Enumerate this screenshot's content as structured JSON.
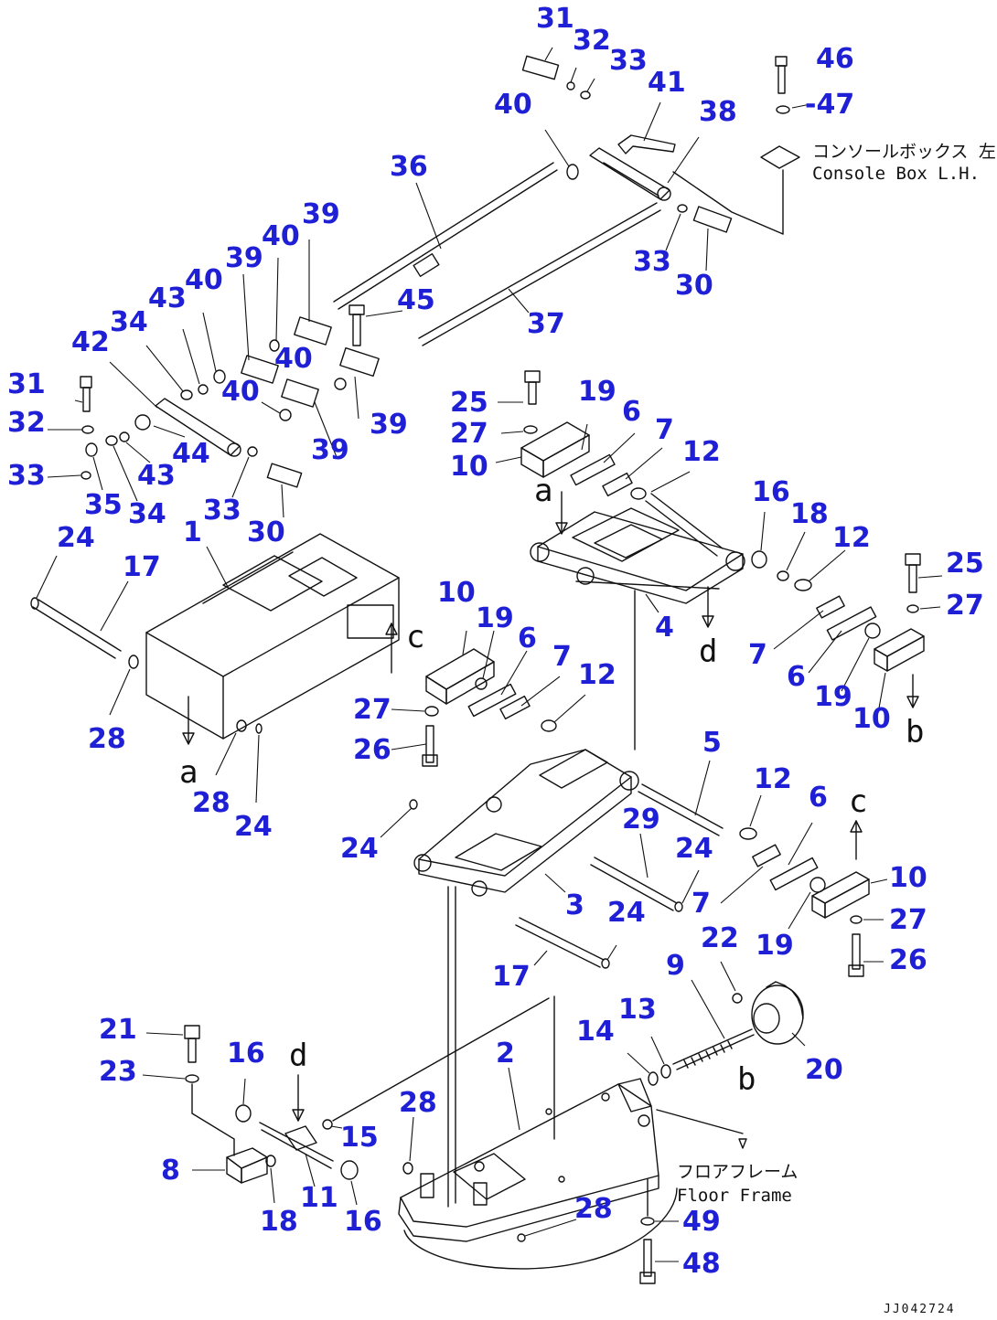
{
  "callouts": [
    {
      "id": "c31a",
      "text": "31"
    },
    {
      "id": "c32a",
      "text": "32"
    },
    {
      "id": "c33a",
      "text": "33"
    },
    {
      "id": "c41",
      "text": "41"
    },
    {
      "id": "c40a",
      "text": "40"
    },
    {
      "id": "c38",
      "text": "38"
    },
    {
      "id": "c46",
      "text": "46"
    },
    {
      "id": "c47",
      "text": "-47"
    },
    {
      "id": "c36",
      "text": "36"
    },
    {
      "id": "c33b",
      "text": "33"
    },
    {
      "id": "c30a",
      "text": "30"
    },
    {
      "id": "c37",
      "text": "37"
    },
    {
      "id": "c39a",
      "text": "39"
    },
    {
      "id": "c40b",
      "text": "40"
    },
    {
      "id": "c39b",
      "text": "39"
    },
    {
      "id": "c40c",
      "text": "40"
    },
    {
      "id": "c43a",
      "text": "43"
    },
    {
      "id": "c34a",
      "text": "34"
    },
    {
      "id": "c42",
      "text": "42"
    },
    {
      "id": "c45",
      "text": "45"
    },
    {
      "id": "c40d",
      "text": "40"
    },
    {
      "id": "c40e",
      "text": "40"
    },
    {
      "id": "c39c",
      "text": "39"
    },
    {
      "id": "c39d",
      "text": "39"
    },
    {
      "id": "c31b",
      "text": "31"
    },
    {
      "id": "c32b",
      "text": "32"
    },
    {
      "id": "c33c",
      "text": "33"
    },
    {
      "id": "c35",
      "text": "35"
    },
    {
      "id": "c34b",
      "text": "34"
    },
    {
      "id": "c43b",
      "text": "43"
    },
    {
      "id": "c44",
      "text": "44"
    },
    {
      "id": "c33d",
      "text": "33"
    },
    {
      "id": "c30b",
      "text": "30"
    },
    {
      "id": "c24a",
      "text": "24"
    },
    {
      "id": "c17a",
      "text": "17"
    },
    {
      "id": "c1",
      "text": "1"
    },
    {
      "id": "c28a",
      "text": "28"
    },
    {
      "id": "c28b",
      "text": "28"
    },
    {
      "id": "c24b",
      "text": "24"
    },
    {
      "id": "c25a",
      "text": "25"
    },
    {
      "id": "c19a",
      "text": "19"
    },
    {
      "id": "c27a",
      "text": "27"
    },
    {
      "id": "c6a",
      "text": "6"
    },
    {
      "id": "c7a",
      "text": "7"
    },
    {
      "id": "c10a",
      "text": "10"
    },
    {
      "id": "c12a",
      "text": "12"
    },
    {
      "id": "c16a",
      "text": "16"
    },
    {
      "id": "c18a",
      "text": "18"
    },
    {
      "id": "c12b",
      "text": "12"
    },
    {
      "id": "c25b",
      "text": "25"
    },
    {
      "id": "c27b",
      "text": "27"
    },
    {
      "id": "c4",
      "text": "4"
    },
    {
      "id": "c7b",
      "text": "7"
    },
    {
      "id": "c6b",
      "text": "6"
    },
    {
      "id": "c19b",
      "text": "19"
    },
    {
      "id": "c10b",
      "text": "10"
    },
    {
      "id": "c10c",
      "text": "10"
    },
    {
      "id": "c19c",
      "text": "19"
    },
    {
      "id": "c6c",
      "text": "6"
    },
    {
      "id": "c7c",
      "text": "7"
    },
    {
      "id": "c12c",
      "text": "12"
    },
    {
      "id": "c27c",
      "text": "27"
    },
    {
      "id": "c26a",
      "text": "26"
    },
    {
      "id": "c5",
      "text": "5"
    },
    {
      "id": "c12d",
      "text": "12"
    },
    {
      "id": "c6d",
      "text": "6"
    },
    {
      "id": "c29",
      "text": "29"
    },
    {
      "id": "c24c",
      "text": "24"
    },
    {
      "id": "c24d",
      "text": "24"
    },
    {
      "id": "c7d",
      "text": "7"
    },
    {
      "id": "c10d",
      "text": "10"
    },
    {
      "id": "c27d",
      "text": "27"
    },
    {
      "id": "c3",
      "text": "3"
    },
    {
      "id": "c24e",
      "text": "24"
    },
    {
      "id": "c19d",
      "text": "19"
    },
    {
      "id": "c26b",
      "text": "26"
    },
    {
      "id": "c17b",
      "text": "17"
    },
    {
      "id": "c22",
      "text": "22"
    },
    {
      "id": "c9",
      "text": "9"
    },
    {
      "id": "c13",
      "text": "13"
    },
    {
      "id": "c14",
      "text": "14"
    },
    {
      "id": "c20",
      "text": "20"
    },
    {
      "id": "c21",
      "text": "21"
    },
    {
      "id": "c23",
      "text": "23"
    },
    {
      "id": "c16b",
      "text": "16"
    },
    {
      "id": "c2",
      "text": "2"
    },
    {
      "id": "c28c",
      "text": "28"
    },
    {
      "id": "c15",
      "text": "15"
    },
    {
      "id": "c8",
      "text": "8"
    },
    {
      "id": "c18b",
      "text": "18"
    },
    {
      "id": "c11",
      "text": "11"
    },
    {
      "id": "c16c",
      "text": "16"
    },
    {
      "id": "c28d",
      "text": "28"
    },
    {
      "id": "c49",
      "text": "49"
    },
    {
      "id": "c48",
      "text": "48"
    }
  ],
  "letters": [
    {
      "id": "la1",
      "text": "a"
    },
    {
      "id": "la2",
      "text": "a"
    },
    {
      "id": "lc1",
      "text": "c"
    },
    {
      "id": "lc2",
      "text": "c"
    },
    {
      "id": "ld1",
      "text": "d"
    },
    {
      "id": "ld2",
      "text": "d"
    },
    {
      "id": "lb1",
      "text": "b"
    },
    {
      "id": "lb2",
      "text": "b"
    }
  ],
  "notes": {
    "console_jp": "コンソールボックス 左",
    "console_en": "Console Box L.H.",
    "floor_jp": "フロアフレーム",
    "floor_en": "Floor Frame"
  },
  "drawing_code": "JJ042724"
}
